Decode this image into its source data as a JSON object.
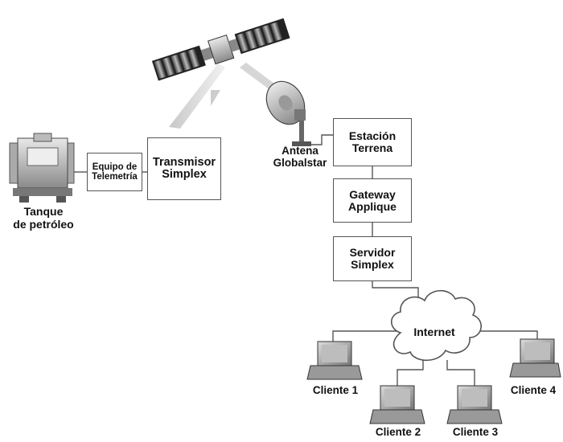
{
  "nodes": {
    "tank": "Tanque\nde petróleo",
    "telemetry": "Equipo de\nTelemetría",
    "transmitter": "Transmisor\nSimplex",
    "antenna": "Antena\nGlobalstar",
    "earth_station": "Estación\nTerrena",
    "gateway": "Gateway\nApplique",
    "server": "Servidor\nSimplex",
    "internet": "Internet"
  },
  "clients": [
    "Cliente 1",
    "Cliente 2",
    "Cliente 3",
    "Cliente 4"
  ],
  "icons": [
    "satellite-icon",
    "dish-antenna-icon",
    "oil-tank-icon",
    "cloud-icon",
    "laptop-icon"
  ]
}
